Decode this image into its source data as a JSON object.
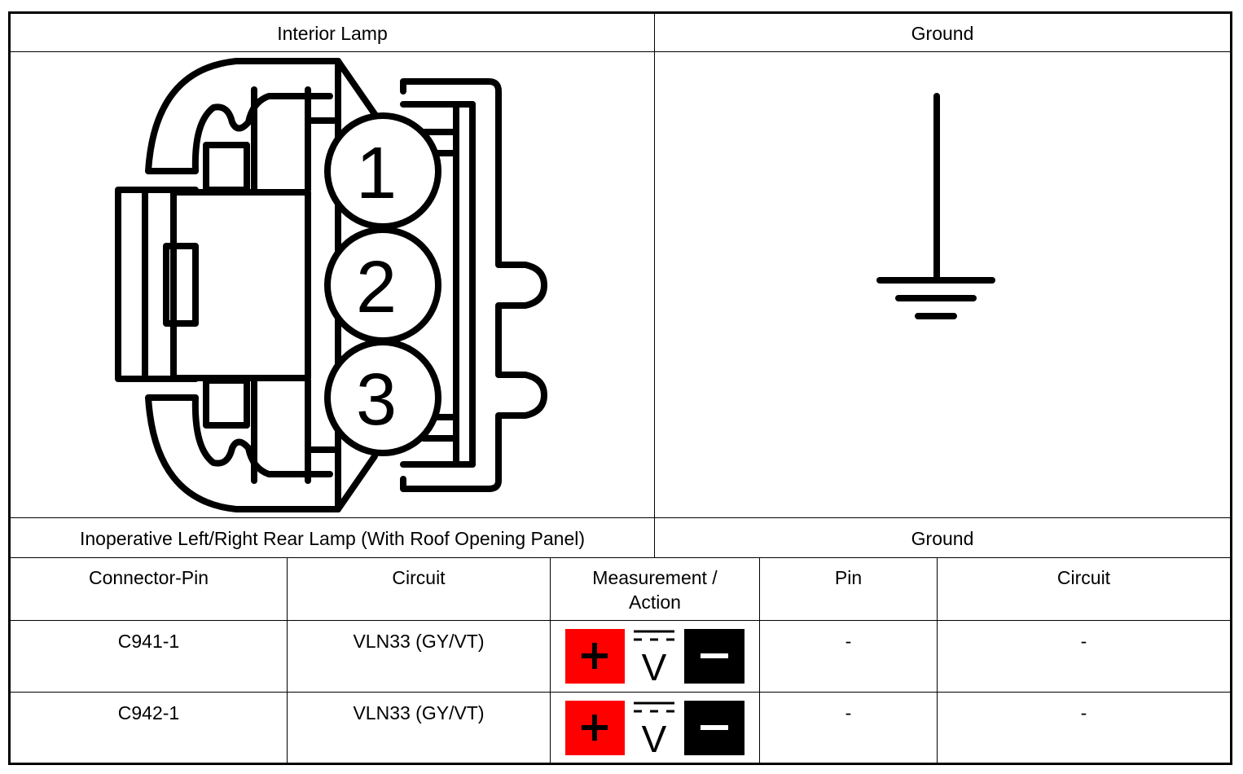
{
  "header": {
    "left_title": "Interior Lamp",
    "right_title": "Ground"
  },
  "connector": {
    "pins": [
      "1",
      "2",
      "3"
    ]
  },
  "captions": {
    "left": "Inoperative Left/Right Rear Lamp (With Roof Opening Panel)",
    "right": "Ground"
  },
  "table": {
    "columns": [
      "Connector-Pin",
      "Circuit",
      "Measurement / Action",
      "Pin",
      "Circuit"
    ],
    "rows": [
      {
        "connector_pin": "C941-1",
        "circuit": "VLN33 (GY/VT)",
        "measurement": {
          "positive_icon": "plus-icon",
          "meter_icon": "dc-voltage-icon",
          "negative_icon": "minus-icon",
          "meter_label": "V"
        },
        "pin": "-",
        "circuit2": "-"
      },
      {
        "connector_pin": "C942-1",
        "circuit": "VLN33 (GY/VT)",
        "measurement": {
          "positive_icon": "plus-icon",
          "meter_icon": "dc-voltage-icon",
          "negative_icon": "minus-icon",
          "meter_label": "V"
        },
        "pin": "-",
        "circuit2": "-"
      }
    ]
  },
  "colors": {
    "positive_probe": "#ff0000",
    "negative_probe": "#000000"
  }
}
